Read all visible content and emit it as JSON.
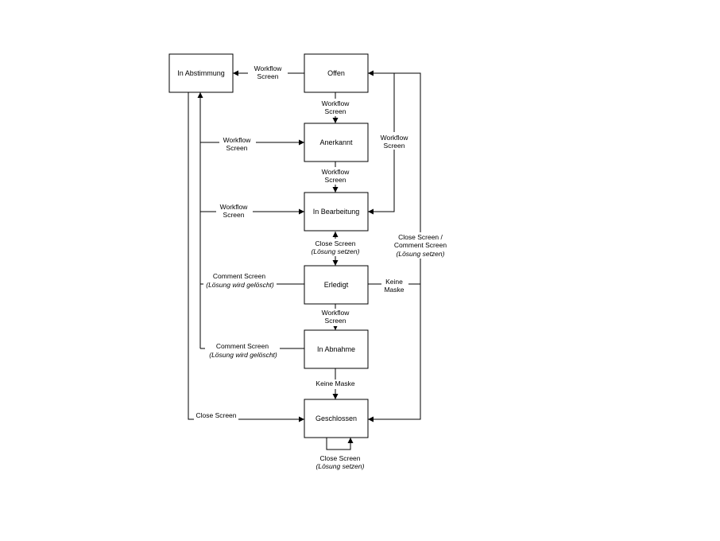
{
  "states": {
    "abstimmung": "In Abstimmung",
    "offen": "Offen",
    "anerkannt": "Anerkannt",
    "bearbeitung": "In Bearbeitung",
    "erledigt": "Erledigt",
    "abnahme": "In Abnahme",
    "geschlossen": "Geschlossen"
  },
  "labels": {
    "offen_to_abstimmung": [
      "Workflow",
      "Screen"
    ],
    "offen_to_anerkannt": [
      "Workflow",
      "Screen"
    ],
    "left_to_anerkannt": [
      "Workflow",
      "Screen"
    ],
    "anerkannt_to_bearbeitung": [
      "Workflow",
      "Screen"
    ],
    "left_to_bearbeitung": [
      "Workflow",
      "Screen"
    ],
    "offen_to_bearbeitung_right": [
      "Workflow",
      "Screen"
    ],
    "bearbeitung_erledigt": [
      "Close Screen",
      "(Lösung setzen)"
    ],
    "right_close": [
      "Close Screen /",
      "Comment Screen",
      "(Lösung setzen)"
    ],
    "erledigt_to_abstimmung": [
      "Comment Screen",
      "(Lösung wird gelöscht)"
    ],
    "erledigt_keine_maske": [
      "Keine",
      "Maske"
    ],
    "erledigt_to_abnahme": [
      "Workflow",
      "Screen"
    ],
    "abnahme_to_abstimmung": [
      "Comment Screen",
      "(Lösung wird gelöscht)"
    ],
    "abnahme_to_geschlossen": "Keine Maske",
    "abstimmung_to_geschlossen": "Close Screen",
    "geschlossen_self": [
      "Close Screen",
      "(Lösung setzen)"
    ]
  }
}
